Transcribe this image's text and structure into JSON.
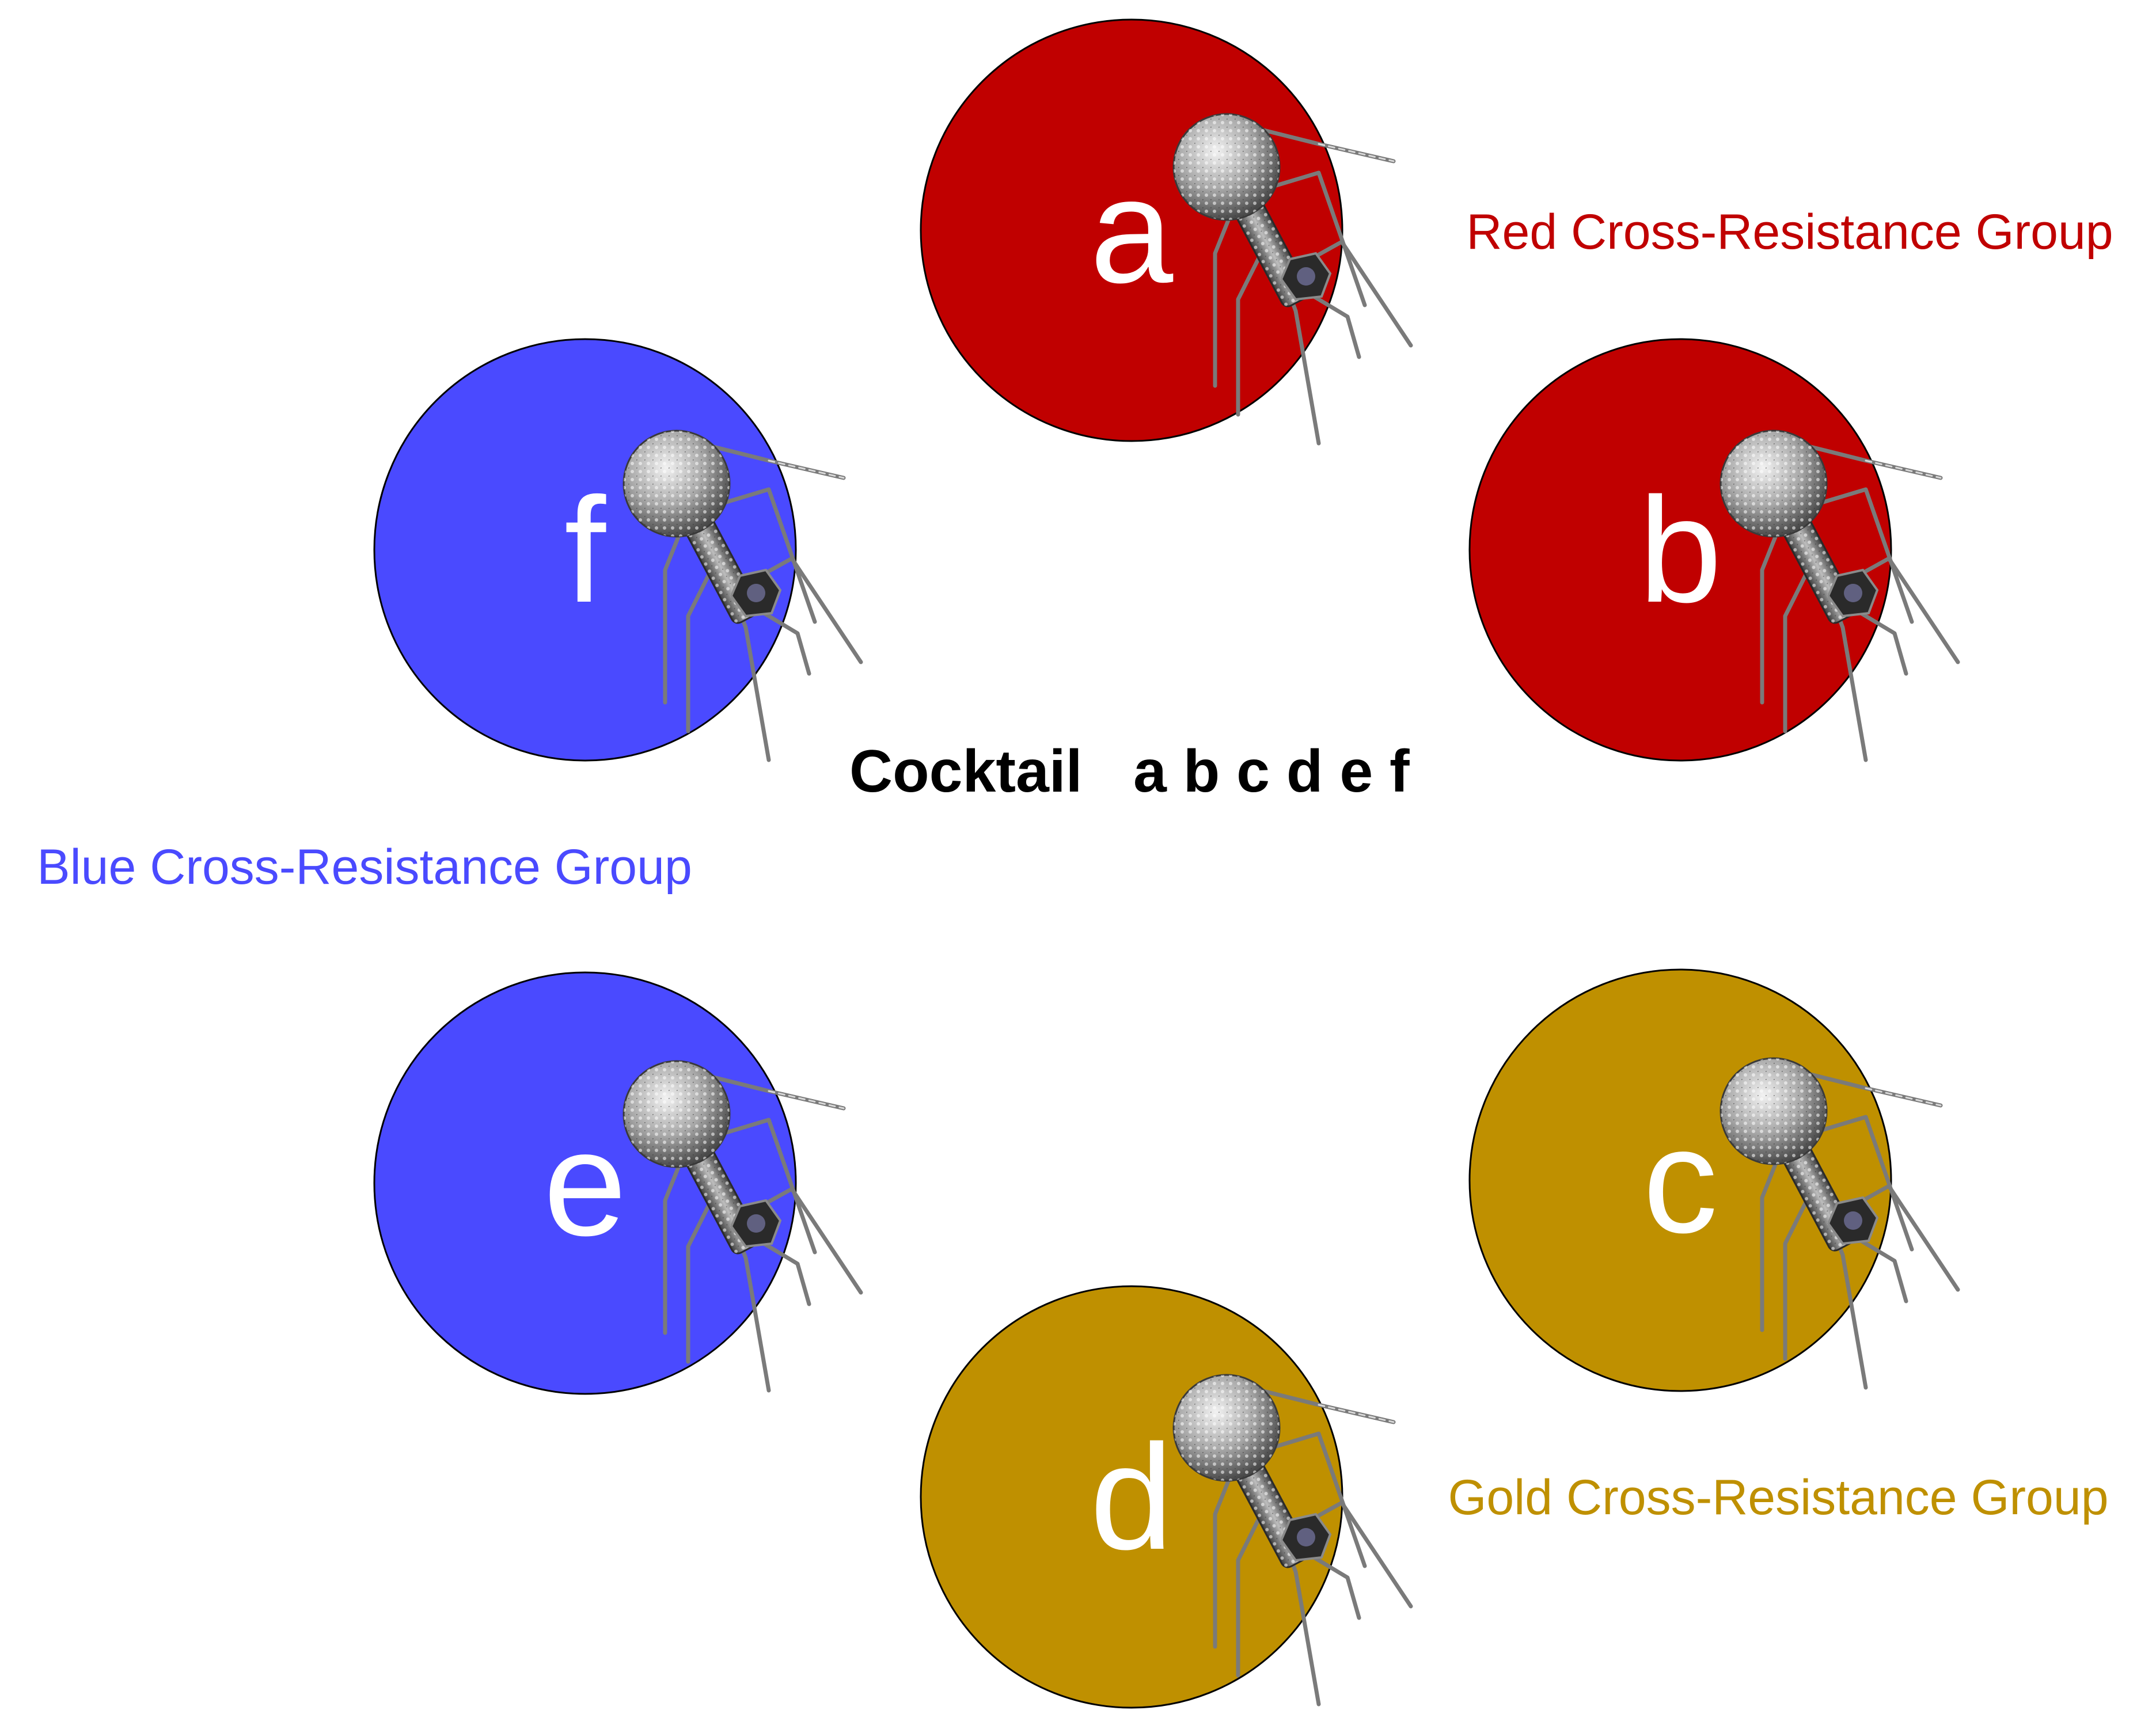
{
  "groups": {
    "red": {
      "label": "Red Cross-Resistance Group",
      "color": "#c00000"
    },
    "blue": {
      "label": "Blue Cross-Resistance Group",
      "color": "#4a4aff"
    },
    "gold": {
      "label": "Gold Cross-Resistance Group",
      "color": "#bf9000"
    }
  },
  "phages": [
    {
      "letter": "a",
      "group": "red",
      "icon": "bacteriophage-icon"
    },
    {
      "letter": "b",
      "group": "red",
      "icon": "bacteriophage-icon"
    },
    {
      "letter": "c",
      "group": "gold",
      "icon": "bacteriophage-icon"
    },
    {
      "letter": "d",
      "group": "gold",
      "icon": "bacteriophage-icon"
    },
    {
      "letter": "e",
      "group": "blue",
      "icon": "bacteriophage-icon"
    },
    {
      "letter": "f",
      "group": "blue",
      "icon": "bacteriophage-icon"
    }
  ],
  "cocktail": {
    "label": "Cocktail",
    "members": "a b c d e f"
  }
}
